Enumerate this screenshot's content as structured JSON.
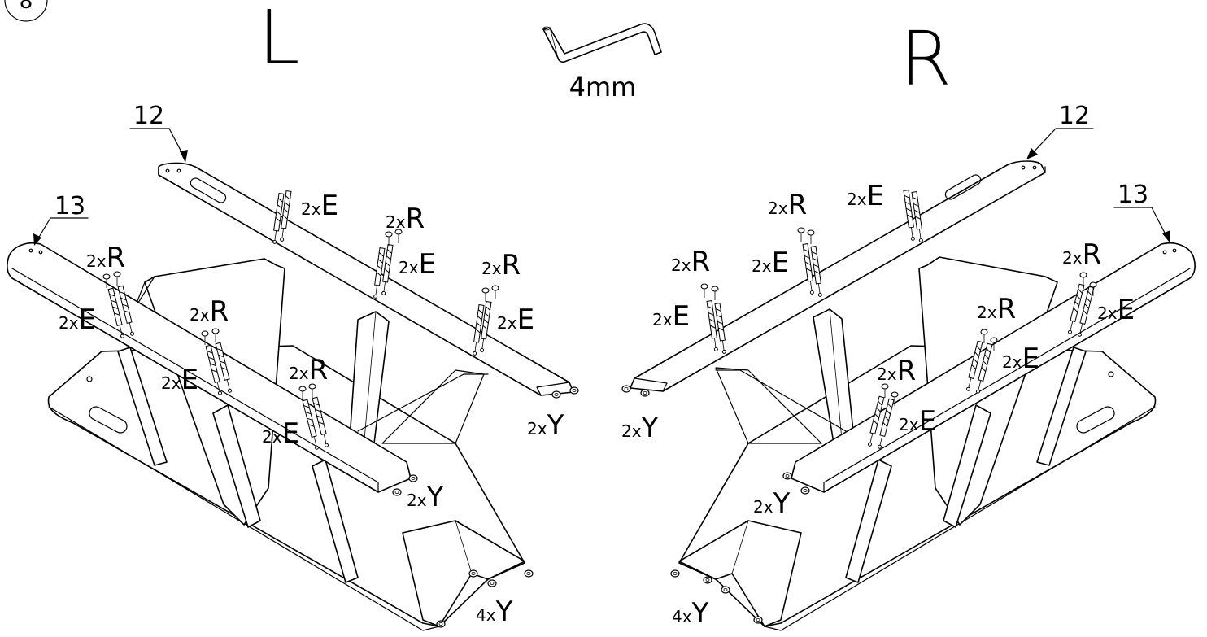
{
  "step": {
    "number": "8"
  },
  "sides": {
    "left": "L",
    "right": "R"
  },
  "tool": {
    "name": "hex-key-icon",
    "size": "4mm"
  },
  "part_numbers": {
    "top_rail": "12",
    "side_rail": "13"
  },
  "labels": {
    "qty2": "2x",
    "qty4": "4x",
    "letter_e": "E",
    "letter_r": "R",
    "letter_y": "Y"
  }
}
